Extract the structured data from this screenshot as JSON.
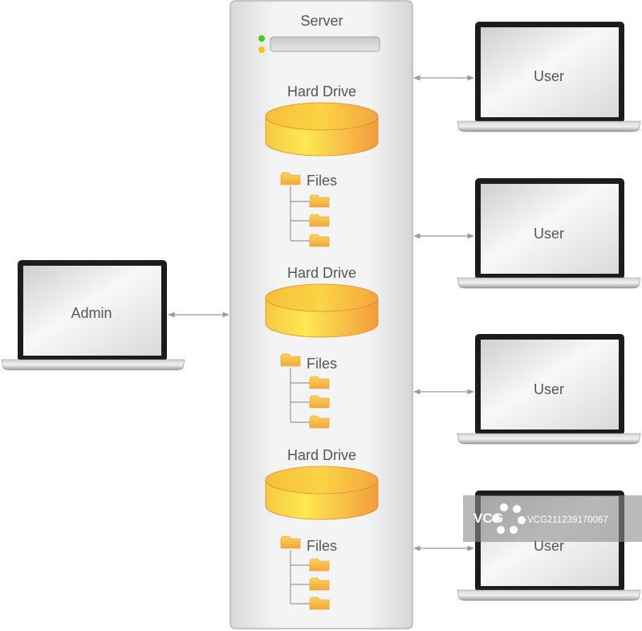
{
  "server": {
    "label": "Server"
  },
  "drives": [
    {
      "label": "Hard Drive",
      "files_label": "Files"
    },
    {
      "label": "Hard Drive",
      "files_label": "Files"
    },
    {
      "label": "Hard Drive",
      "files_label": "Files"
    }
  ],
  "admin": {
    "label": "Admin"
  },
  "users": [
    {
      "label": "User"
    },
    {
      "label": "User"
    },
    {
      "label": "User"
    },
    {
      "label": "User"
    }
  ],
  "watermark": {
    "logo_text": "VCG",
    "code": "VCG211239170067"
  },
  "colors": {
    "server_body": "#ececec",
    "drive_light": "#fde24a",
    "drive_dark": "#f4a53e",
    "folder": "#f5b942",
    "led_green": "#39d31f",
    "led_yellow": "#f2c21a",
    "arrow": "#999999",
    "screen_bezel": "#1c1c1c"
  }
}
